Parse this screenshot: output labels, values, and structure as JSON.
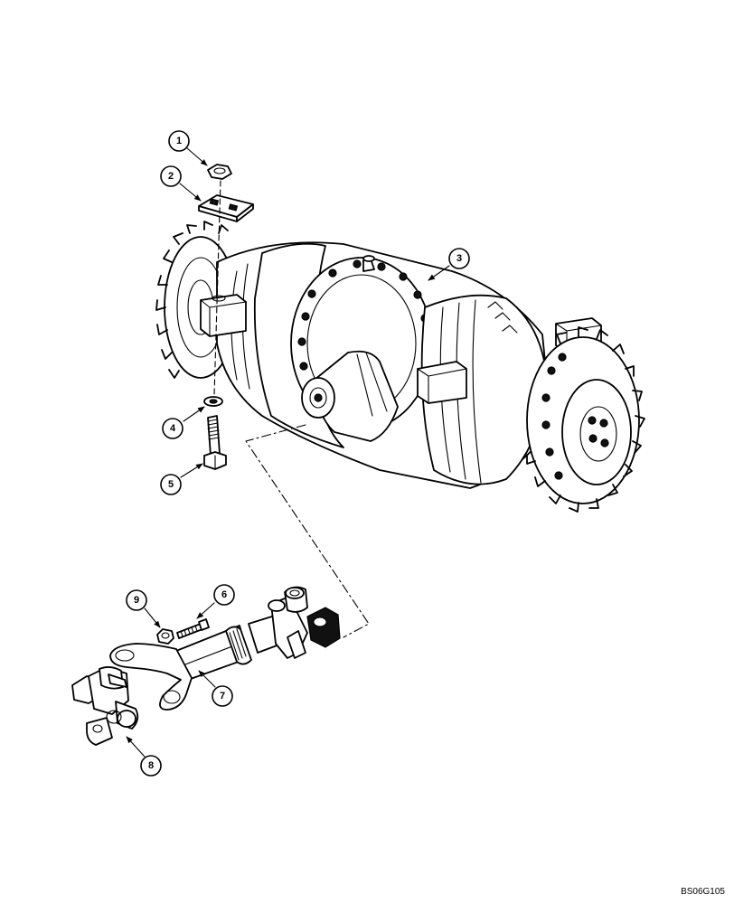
{
  "callouts": [
    {
      "id": "1",
      "label": "1"
    },
    {
      "id": "2",
      "label": "2"
    },
    {
      "id": "3",
      "label": "3"
    },
    {
      "id": "4",
      "label": "4"
    },
    {
      "id": "5",
      "label": "5"
    },
    {
      "id": "6",
      "label": "6"
    },
    {
      "id": "7",
      "label": "7"
    },
    {
      "id": "8",
      "label": "8"
    },
    {
      "id": "9",
      "label": "9"
    }
  ],
  "reference_code": "BS06G105"
}
